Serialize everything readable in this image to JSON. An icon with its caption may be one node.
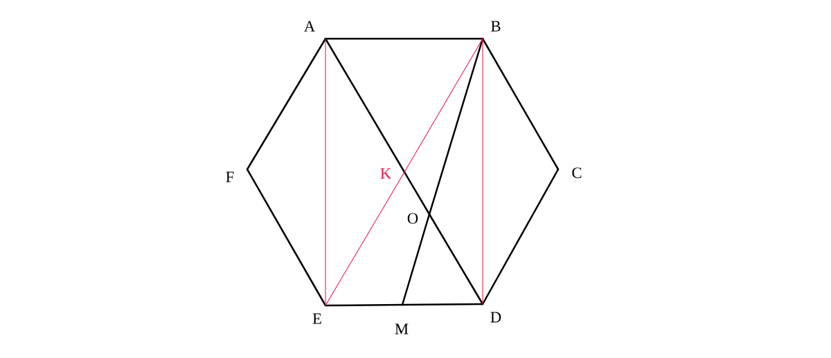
{
  "diagram": {
    "nodes": [
      {
        "text": [
          "A"
        ]
      },
      {
        "text": [
          "B"
        ]
      },
      {
        "text": [
          "F"
        ]
      },
      {
        "text": [
          "K"
        ]
      },
      {
        "text": [
          "C"
        ]
      },
      {
        "text": [
          "O"
        ]
      },
      {
        "text": [
          "E"
        ]
      },
      {
        "text": [
          "M"
        ]
      },
      {
        "text": [
          "D"
        ]
      }
    ],
    "edges": [
      {
        "from": 0,
        "to": 1,
        "arrow": "none"
      },
      {
        "from": 1,
        "to": 4,
        "arrow": "none"
      },
      {
        "from": 4,
        "to": 8,
        "arrow": "none"
      },
      {
        "from": 8,
        "to": 7,
        "arrow": "none"
      },
      {
        "from": 7,
        "to": 6,
        "arrow": "none"
      },
      {
        "from": 6,
        "to": 2,
        "arrow": "none"
      },
      {
        "from": 2,
        "to": 0,
        "arrow": "none"
      },
      {
        "from": 0,
        "to": 3,
        "arrow": "none"
      },
      {
        "from": 3,
        "to": 5,
        "arrow": "none"
      },
      {
        "from": 5,
        "to": 8,
        "arrow": "none"
      },
      {
        "from": 1,
        "to": 5,
        "arrow": "none"
      },
      {
        "from": 5,
        "to": 7,
        "arrow": "none"
      },
      {
        "from": 0,
        "to": 6,
        "arrow": "none",
        "color": "#e8174a"
      },
      {
        "from": 1,
        "to": 8,
        "arrow": "none",
        "color": "#e8174a"
      },
      {
        "from": 6,
        "to": 3,
        "arrow": "none",
        "color": "#e8174a"
      },
      {
        "from": 3,
        "to": 1,
        "arrow": "none",
        "color": "#e8174a"
      }
    ]
  }
}
